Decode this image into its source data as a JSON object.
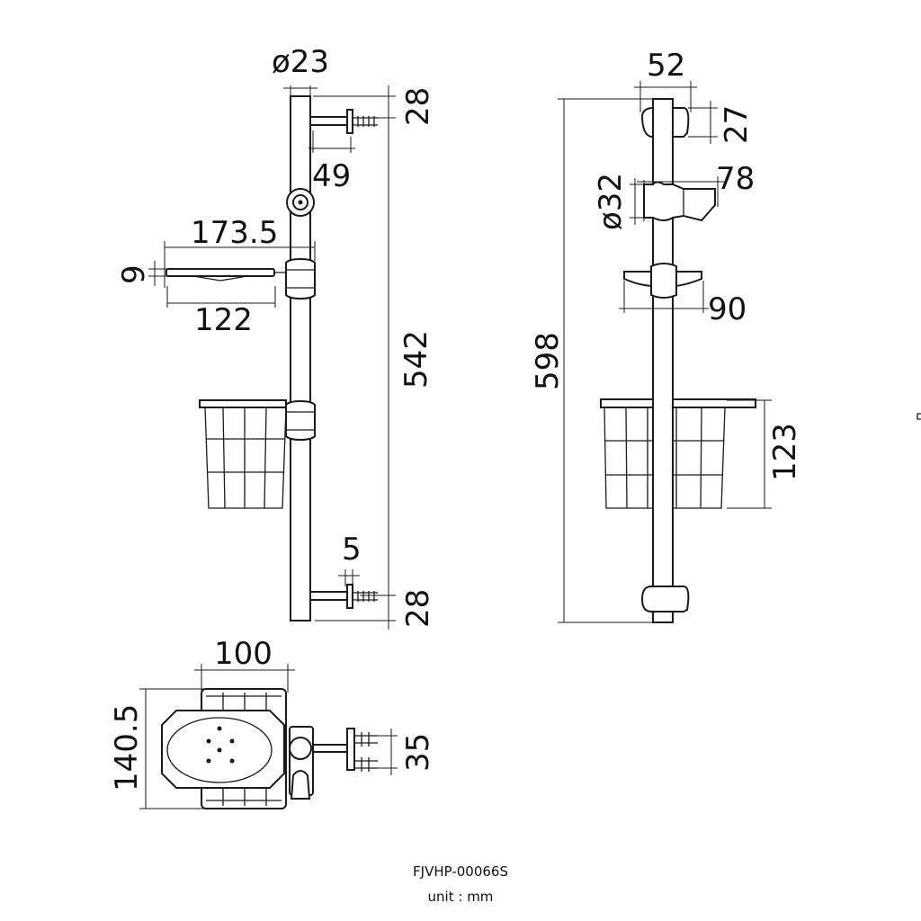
{
  "title": "FJVHP-00066S",
  "unit_note": "unit : mm",
  "dimensions": {
    "rail_diameter": "ø23",
    "top_bracket_offset": "28",
    "bracket_projection": "49",
    "soap_tray_length": "173.5",
    "soap_tray_thickness": "9",
    "soap_tray_depth": "122",
    "bracket_spacing": "542",
    "anchor_gap": "5",
    "bottom_bracket_offset": "28",
    "top_cap_width": "52",
    "top_cap_height": "27",
    "slider_width": "78",
    "slider_diameter": "ø32",
    "tray_width": "90",
    "total_height": "598",
    "basket_height": "123",
    "basket_width": "100",
    "plan_depth": "140.5",
    "anchor_spacing": "35"
  }
}
